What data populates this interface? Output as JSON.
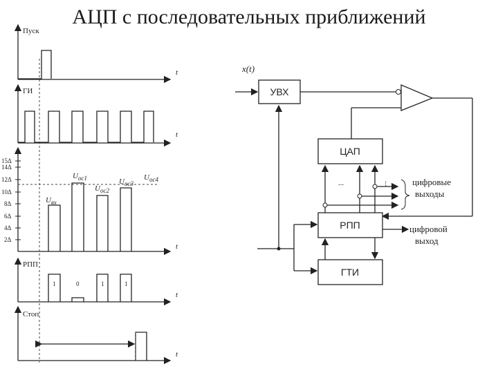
{
  "title": "АЦП с последовательных приближений",
  "timing": {
    "start_label": "Пуск",
    "clock_label": "ГИ",
    "reg_label": "РПП",
    "stop_label": "Стоп",
    "t_label": "t",
    "level_ticks": [
      "15Δ",
      "14Δ",
      "12Δ",
      "10Δ",
      "8Δ",
      "6Δ",
      "4Δ",
      "2Δ"
    ],
    "uin_label": "U",
    "uin_sub": "вх",
    "uoc_label": "U",
    "uoc1_sub": "ос1",
    "uoc2_sub": "ос2",
    "uoc3_sub": "ос3",
    "uoc4_sub": "ос4",
    "bits": [
      "1",
      "0",
      "1",
      "1"
    ]
  },
  "block": {
    "input_label": "x(t)",
    "uvx": "УВХ",
    "dac": "ЦАП",
    "reg": "РПП",
    "gti": "ГТИ",
    "ellipsis": "...",
    "digital_outputs": "цифровые\nвыходы",
    "digital_output": "цифровой\nвыход"
  }
}
